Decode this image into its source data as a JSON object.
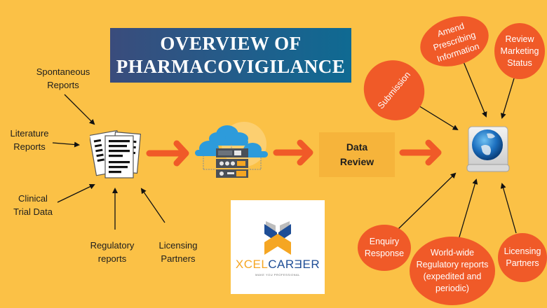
{
  "title": {
    "line1": "OVERVIEW OF",
    "line2": "PHARMACOVIGILANCE"
  },
  "sources": [
    {
      "line1": "Spontaneous",
      "line2": "Reports"
    },
    {
      "line1": "Literature",
      "line2": "Reports"
    },
    {
      "line1": "Clinical",
      "line2": "Trial Data"
    },
    {
      "line1": "Regulatory",
      "line2": "reports"
    },
    {
      "line1": "Licensing",
      "line2": "Partners"
    }
  ],
  "icons": {
    "documents": "documents-icon",
    "cloud_server": "cloud-server-icon",
    "globe_drive": "globe-drive-icon"
  },
  "data_review": {
    "line1": "Data",
    "line2": "Review"
  },
  "outputs_top": [
    {
      "lines": [
        "Submission"
      ]
    },
    {
      "lines": [
        "Amend",
        "Prescribing",
        "Information"
      ]
    },
    {
      "lines": [
        "Review",
        "Marketing",
        "Status"
      ]
    }
  ],
  "outputs_bottom": [
    {
      "lines": [
        "Enquiry",
        "Response"
      ]
    },
    {
      "lines": [
        "World-wide",
        "Regulatory reports",
        "(expedited and",
        "periodic)"
      ]
    },
    {
      "lines": [
        "Licensing",
        "Partners"
      ]
    }
  ],
  "logo": {
    "brand_part1": "XCEL",
    "brand_part2": "CARƎER",
    "tagline": "MAKE YOU PROFESSIONAL"
  },
  "colors": {
    "background": "#fbc146",
    "title_bg": "#2a5585",
    "accent_orange": "#f05a28",
    "data_review_bg": "#f6b43b",
    "logo_orange": "#f5a623",
    "logo_blue": "#1f4e96"
  }
}
